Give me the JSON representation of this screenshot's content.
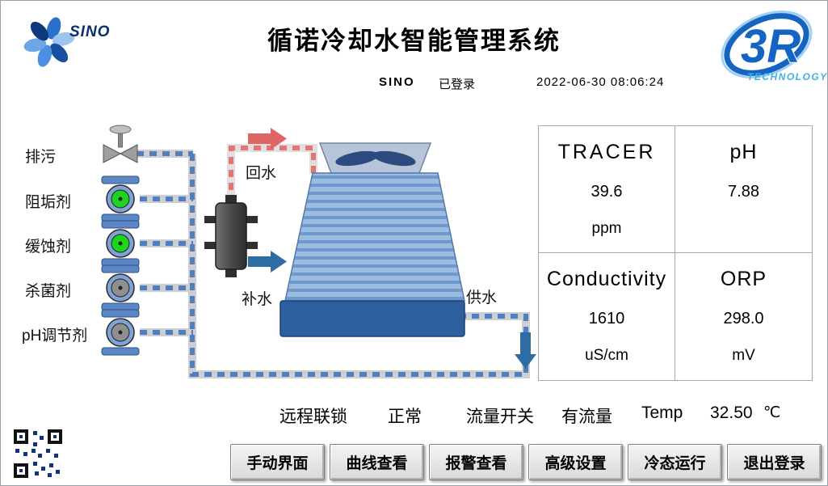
{
  "header": {
    "title": "循诺冷却水智能管理系统",
    "user": "SINO",
    "login_status": "已登录",
    "datetime": "2022-06-30 08:06:24"
  },
  "logos": {
    "sino_text": "SINO",
    "r3_text": "3R",
    "r3_sub": "TECHNOLOGY"
  },
  "chemicals": {
    "blowdown_label": "排污",
    "items": [
      {
        "label": "阻垢剂",
        "color": "#1fd41f"
      },
      {
        "label": "缓蚀剂",
        "color": "#1fd41f"
      },
      {
        "label": "杀菌剂",
        "color": "#8f8f8f"
      },
      {
        "label": "pH调节剂",
        "color": "#8f8f8f"
      }
    ]
  },
  "diagram": {
    "return_water": "回水",
    "makeup_water": "补水",
    "supply_water": "供水"
  },
  "readings": [
    {
      "name": "TRACER",
      "value": "39.6",
      "unit": "ppm"
    },
    {
      "name": "pH",
      "value": "7.88",
      "unit": ""
    },
    {
      "name": "Conductivity",
      "value": "1610",
      "unit": "uS/cm"
    },
    {
      "name": "ORP",
      "value": "298.0",
      "unit": "mV"
    }
  ],
  "status": {
    "interlock_label": "远程联锁",
    "interlock_value": "正常",
    "flow_label": "流量开关",
    "flow_value": "有流量",
    "temp_label": "Temp",
    "temp_value": "32.50",
    "temp_unit": "℃"
  },
  "buttons": [
    "手动界面",
    "曲线查看",
    "报警查看",
    "高级设置",
    "冷态运行",
    "退出登录"
  ],
  "colors": {
    "pipe_blue": "#4f7fc0",
    "pipe_red": "#e57373",
    "accent_blue": "#1565c0"
  }
}
